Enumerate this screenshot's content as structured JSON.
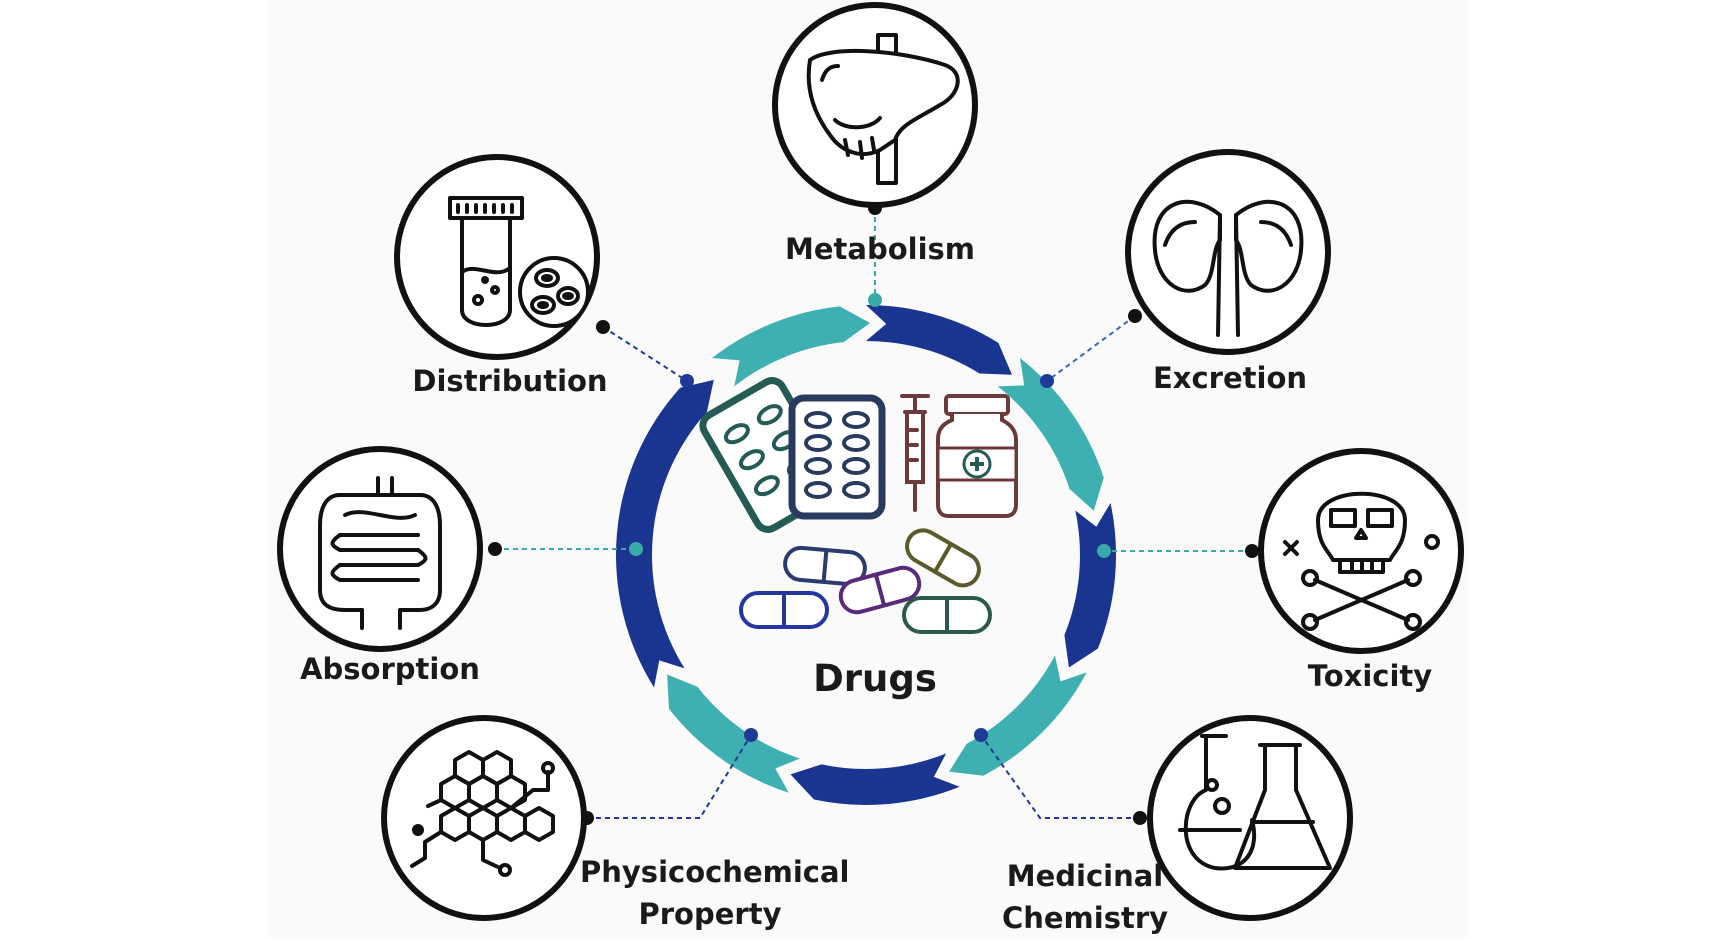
{
  "center": {
    "label": "Drugs"
  },
  "nodes": {
    "metabolism": {
      "label": "Metabolism",
      "icon": "liver-icon"
    },
    "excretion": {
      "label": "Excretion",
      "icon": "kidney-icon"
    },
    "toxicity": {
      "label": "Toxicity",
      "icon": "skull-crossbones-icon"
    },
    "medicinal_chemistry": {
      "label_line1": "Medicinal",
      "label_line2": "Chemistry",
      "icon": "lab-flasks-icon"
    },
    "physicochemical_property": {
      "label_line1": "Physicochemical",
      "label_line2": "Property",
      "icon": "molecule-structure-icon"
    },
    "absorption": {
      "label": "Absorption",
      "icon": "intestine-icon"
    },
    "distribution": {
      "label": "Distribution",
      "icon": "test-tube-cells-icon"
    }
  },
  "colors": {
    "dark_blue": "#1a3590",
    "teal": "#3fb0b2",
    "dot_teal": "#3aa9aa",
    "dot_blue": "#1e3a96",
    "line_black": "#111111"
  }
}
